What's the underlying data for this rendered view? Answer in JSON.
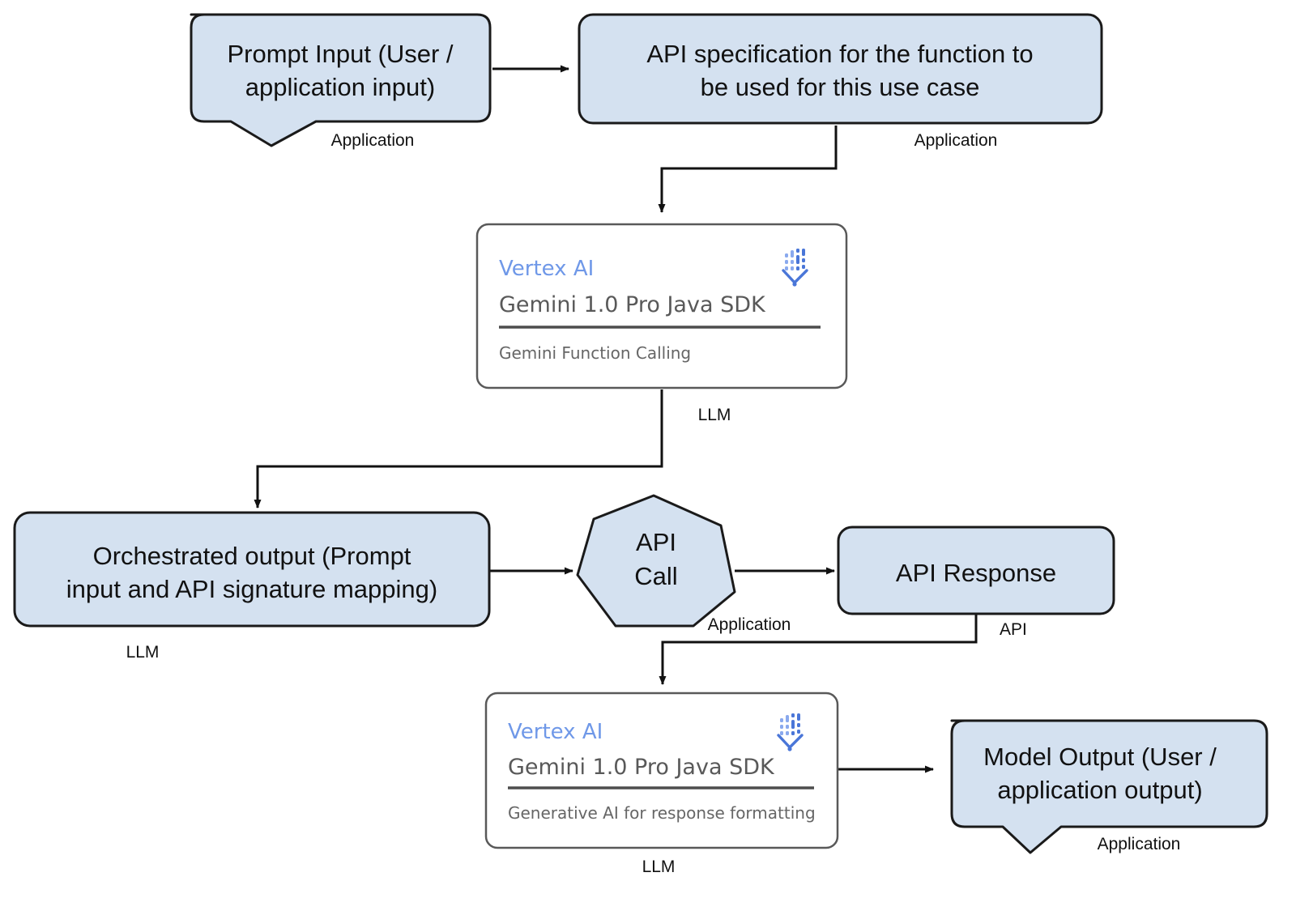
{
  "diagram": {
    "title": "Gemini Function Calling architecture flow",
    "palette": {
      "node_fill": "#d4e1f0",
      "node_stroke": "#1a1a1a",
      "card_fill": "#ffffff",
      "card_stroke": "#595959",
      "edge_color": "#111111",
      "vertex_blue": "#6f98e8",
      "muted_text": "#595959",
      "background": "#ffffff"
    },
    "nodes": {
      "prompt_input": {
        "shape": "rounded-callout",
        "line1": "Prompt Input (User /",
        "line2": "application input)",
        "tag": "Application"
      },
      "api_spec": {
        "shape": "rounded-rect",
        "line1": "API specification for the function to",
        "line2": "be used for this use case",
        "tag": "Application"
      },
      "vertex_card_top": {
        "shape": "card",
        "title": "Vertex AI",
        "subtitle": "Gemini 1.0 Pro Java SDK",
        "footer": "Gemini Function Calling",
        "icon": "vertex-ai-icon",
        "tag": "LLM"
      },
      "orchestrated_output": {
        "shape": "rounded-rect",
        "line1": "Orchestrated output (Prompt",
        "line2": "input and API signature mapping)",
        "tag": "LLM"
      },
      "api_call": {
        "shape": "heptagon",
        "line1": "API",
        "line2": "Call",
        "tag": "Application"
      },
      "api_response": {
        "shape": "rounded-rect",
        "line1": "API Response",
        "tag": "API"
      },
      "vertex_card_bottom": {
        "shape": "card",
        "title": "Vertex AI",
        "subtitle": "Gemini 1.0 Pro Java SDK",
        "footer": "Generative AI for response formatting",
        "icon": "vertex-ai-icon",
        "tag": "LLM"
      },
      "model_output": {
        "shape": "rounded-callout",
        "line1": "Model Output (User /",
        "line2": "application output)",
        "tag": "Application"
      }
    },
    "edges": [
      {
        "from": "prompt_input",
        "to": "api_spec",
        "style": "straight-arrow"
      },
      {
        "from": "api_spec",
        "to": "vertex_card_top",
        "style": "elbow-arrow"
      },
      {
        "from": "vertex_card_top",
        "to": "orchestrated_output",
        "style": "elbow-arrow"
      },
      {
        "from": "orchestrated_output",
        "to": "api_call",
        "style": "straight-arrow"
      },
      {
        "from": "api_call",
        "to": "api_response",
        "style": "straight-arrow"
      },
      {
        "from": "api_response",
        "to": "vertex_card_bottom",
        "style": "elbow-arrow"
      },
      {
        "from": "vertex_card_bottom",
        "to": "model_output",
        "style": "straight-arrow"
      }
    ]
  }
}
